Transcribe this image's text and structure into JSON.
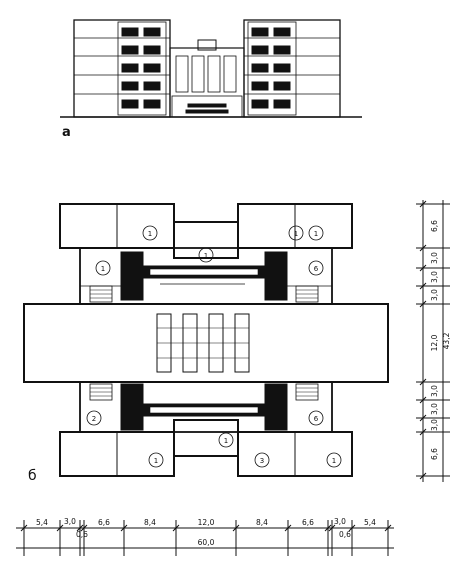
{
  "labels": {
    "elevation": "а",
    "plan": "б"
  },
  "room_numbers": {
    "top_left": "1",
    "top_center": "1",
    "top_right_a": "1",
    "top_right_b": "1",
    "mid_left_top": "1",
    "mid_right_top": "6",
    "mid_left_bottom": "2",
    "mid_right_bottom": "6",
    "bottom_left": "1",
    "bottom_center": "1",
    "bottom_right_a": "3",
    "bottom_right_b": "1"
  },
  "dimensions_horizontal": {
    "segments": [
      "5,4",
      "3,0",
      "0,6",
      "6,6",
      "8,4",
      "12,0",
      "8,4",
      "6,6",
      "3,0",
      "0,6",
      "5,4"
    ],
    "total": "60,0"
  },
  "dimensions_vertical": {
    "segments": [
      "6,6",
      "3,0",
      "3,0",
      "3,0",
      "12,0",
      "3,0",
      "3,0",
      "3,0",
      "6,6"
    ],
    "total": "43,2"
  }
}
